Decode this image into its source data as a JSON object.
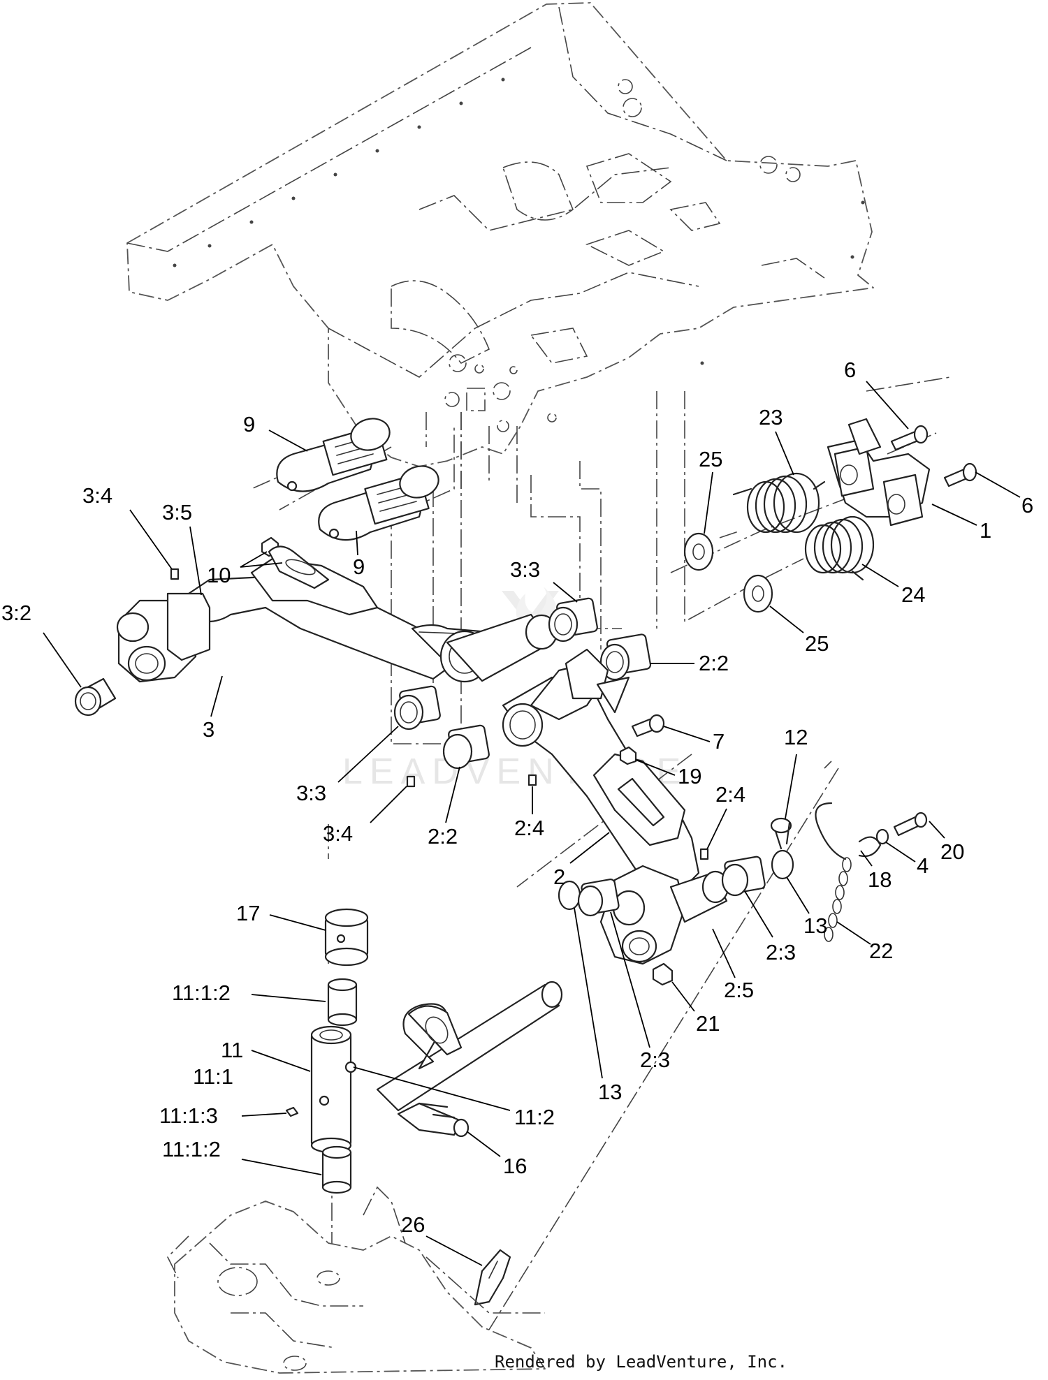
{
  "watermark": "LEADVENTURE",
  "footer": "Rendered by LeadVenture, Inc.",
  "callouts": [
    {
      "id": "c-9a",
      "label": "9"
    },
    {
      "id": "c-9b",
      "label": "9"
    },
    {
      "id": "c-10",
      "label": "10"
    },
    {
      "id": "c-3-4a",
      "label": "3:4"
    },
    {
      "id": "c-3-5",
      "label": "3:5"
    },
    {
      "id": "c-3-2",
      "label": "3:2"
    },
    {
      "id": "c-3",
      "label": "3"
    },
    {
      "id": "c-3-3a",
      "label": "3:3"
    },
    {
      "id": "c-3-3b",
      "label": "3:3"
    },
    {
      "id": "c-3-4b",
      "label": "3:4"
    },
    {
      "id": "c-2-2a",
      "label": "2:2"
    },
    {
      "id": "c-2-2b",
      "label": "2:2"
    },
    {
      "id": "c-2-4a",
      "label": "2:4"
    },
    {
      "id": "c-2-4b",
      "label": "2:4"
    },
    {
      "id": "c-2",
      "label": "2"
    },
    {
      "id": "c-7",
      "label": "7"
    },
    {
      "id": "c-19",
      "label": "19"
    },
    {
      "id": "c-6a",
      "label": "6"
    },
    {
      "id": "c-6b",
      "label": "6"
    },
    {
      "id": "c-23",
      "label": "23"
    },
    {
      "id": "c-25a",
      "label": "25"
    },
    {
      "id": "c-25b",
      "label": "25"
    },
    {
      "id": "c-24",
      "label": "24"
    },
    {
      "id": "c-1",
      "label": "1"
    },
    {
      "id": "c-12",
      "label": "12"
    },
    {
      "id": "c-20",
      "label": "20"
    },
    {
      "id": "c-4",
      "label": "4"
    },
    {
      "id": "c-18",
      "label": "18"
    },
    {
      "id": "c-13a",
      "label": "13"
    },
    {
      "id": "c-13b",
      "label": "13"
    },
    {
      "id": "c-22",
      "label": "22"
    },
    {
      "id": "c-2-3a",
      "label": "2:3"
    },
    {
      "id": "c-2-3b",
      "label": "2:3"
    },
    {
      "id": "c-2-5",
      "label": "2:5"
    },
    {
      "id": "c-21",
      "label": "21"
    },
    {
      "id": "c-17",
      "label": "17"
    },
    {
      "id": "c-11-1-2a",
      "label": "11:1:2"
    },
    {
      "id": "c-11",
      "label": "11"
    },
    {
      "id": "c-11-1",
      "label": "11:1"
    },
    {
      "id": "c-11-1-3",
      "label": "11:1:3"
    },
    {
      "id": "c-11-1-2b",
      "label": "11:1:2"
    },
    {
      "id": "c-11-2",
      "label": "11:2"
    },
    {
      "id": "c-16",
      "label": "16"
    },
    {
      "id": "c-26",
      "label": "26"
    }
  ]
}
